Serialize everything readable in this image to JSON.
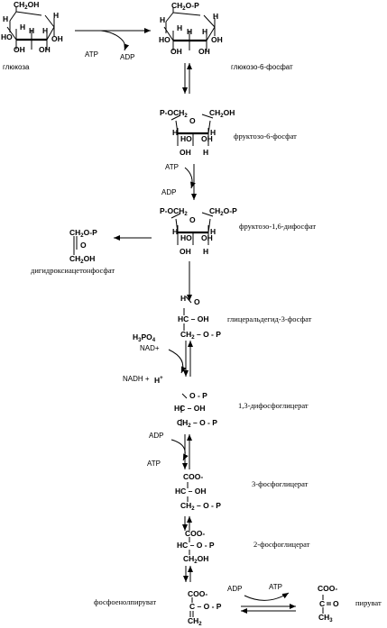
{
  "steps": {
    "glucose": {
      "name": "глюкоза",
      "atoms": [
        "CH",
        "OH",
        "H",
        "H",
        "H",
        "OH",
        "H",
        "HO",
        "OH",
        "H",
        "OH"
      ]
    },
    "g6p": {
      "name": "глюкозо-6-фосфат",
      "atoms": [
        "CH",
        "O-P",
        "H",
        "H",
        "H",
        "OH",
        "H",
        "HO",
        "OH",
        "H",
        "OH"
      ]
    },
    "f6p": {
      "name": "фруктозо-6-фосфат",
      "atoms": [
        "P-OCH",
        "CH",
        "OH",
        "O",
        "H",
        "H",
        "HO",
        "OH",
        "H"
      ]
    },
    "f16bp": {
      "name": "фруктозо-1,6-дифосфат",
      "atoms": [
        "P-OCH",
        "CH",
        "O-P",
        "O",
        "H",
        "H",
        "HO",
        "OH",
        "H"
      ]
    },
    "dhap": {
      "name": "дигидроксиацетонфосфат",
      "atoms": [
        "CH",
        "O-P",
        "O",
        "CH",
        "OH"
      ]
    },
    "g3p": {
      "name": "глицеральдегид-3-фосфат",
      "atoms": [
        "H",
        "O",
        "HC",
        "OH",
        "CH",
        "O - P"
      ]
    },
    "bpg13": {
      "name": "1,3-дифосфоглицерат",
      "atoms": [
        "O - P",
        "HC",
        "OH",
        "CH",
        "O - P"
      ]
    },
    "pg3": {
      "name": "3-фосфоглицерат",
      "atoms": [
        "COO-",
        "HC",
        "OH",
        "CH",
        "O - P"
      ]
    },
    "pg2": {
      "name": "2-фосфоглицерат",
      "atoms": [
        "COO-",
        "HC",
        "O - P",
        "CH",
        "OH"
      ]
    },
    "pep": {
      "name": "фосфоенолпируват",
      "atoms": [
        "COO-",
        "C",
        "O - P",
        "CH"
      ]
    },
    "pyruvate": {
      "name": "пируват",
      "atoms": [
        "COO-",
        "C",
        "O",
        "CH"
      ]
    }
  },
  "subscripts": {
    "two": "2",
    "three": "3",
    "four": "4"
  },
  "reagents": {
    "atp_1": "ATP",
    "adp_1": "ADP",
    "atp_2": "ATP",
    "adp_2": "ADP",
    "h3po4": "H",
    "h3po4_po": "PO",
    "nad": "NAD+",
    "nadh": "NADH +",
    "h_plus_h": "H",
    "h_plus_sign": "+",
    "adp_3": "ADP",
    "atp_3": "ATP",
    "adp_4": "ADP",
    "atp_4": "ATP"
  }
}
